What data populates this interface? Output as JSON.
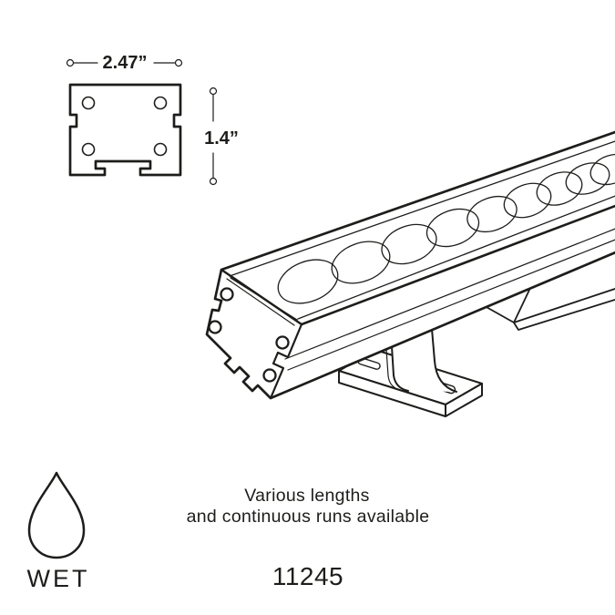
{
  "page": {
    "background": "#ffffff",
    "line_color": "#1d1d1b"
  },
  "cross_section": {
    "width_dimension": "2.47”",
    "height_dimension": "1.4”"
  },
  "notes": {
    "line1": "Various lengths",
    "line2": "and continuous runs available"
  },
  "model": {
    "number": "11245"
  },
  "rating": {
    "label": "WET",
    "icon": "water-drop-icon"
  }
}
